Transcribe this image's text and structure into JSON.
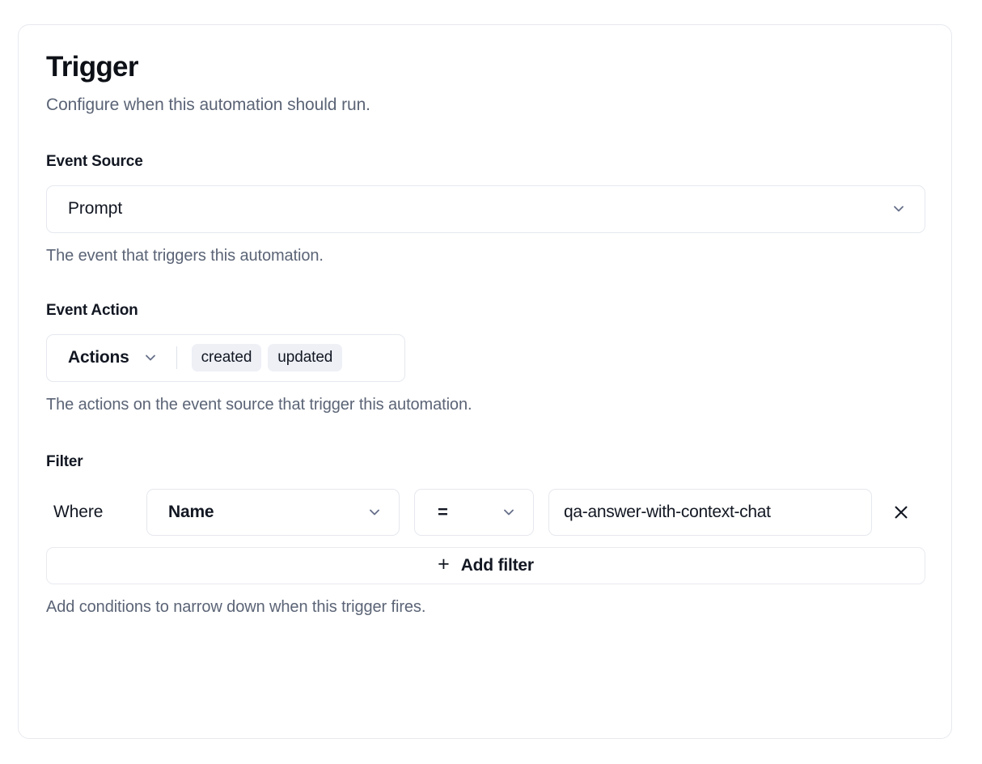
{
  "card": {
    "title": "Trigger",
    "subtitle": "Configure when this automation should run."
  },
  "event_source": {
    "label": "Event Source",
    "selected": "Prompt",
    "help": "The event that triggers this automation.",
    "chevron_icon": "chevron-down-icon"
  },
  "event_action": {
    "label": "Event Action",
    "trigger_label": "Actions",
    "chevron_icon": "chevron-down-icon",
    "chips": [
      "created",
      "updated"
    ],
    "help": "The actions on the event source that trigger this automation."
  },
  "filter": {
    "label": "Filter",
    "where_label": "Where",
    "field": "Name",
    "operator": "=",
    "value": "qa-answer-with-context-chat",
    "value_placeholder": "Value",
    "remove_icon": "close-icon",
    "add_filter_label": "Add filter",
    "add_filter_icon": "plus-icon",
    "help": "Add conditions to narrow down when this trigger fires."
  },
  "colors": {
    "text_primary": "#121722",
    "text_muted": "#5b6476",
    "border": "#e5e8ee",
    "chip_bg": "#eef0f6"
  }
}
